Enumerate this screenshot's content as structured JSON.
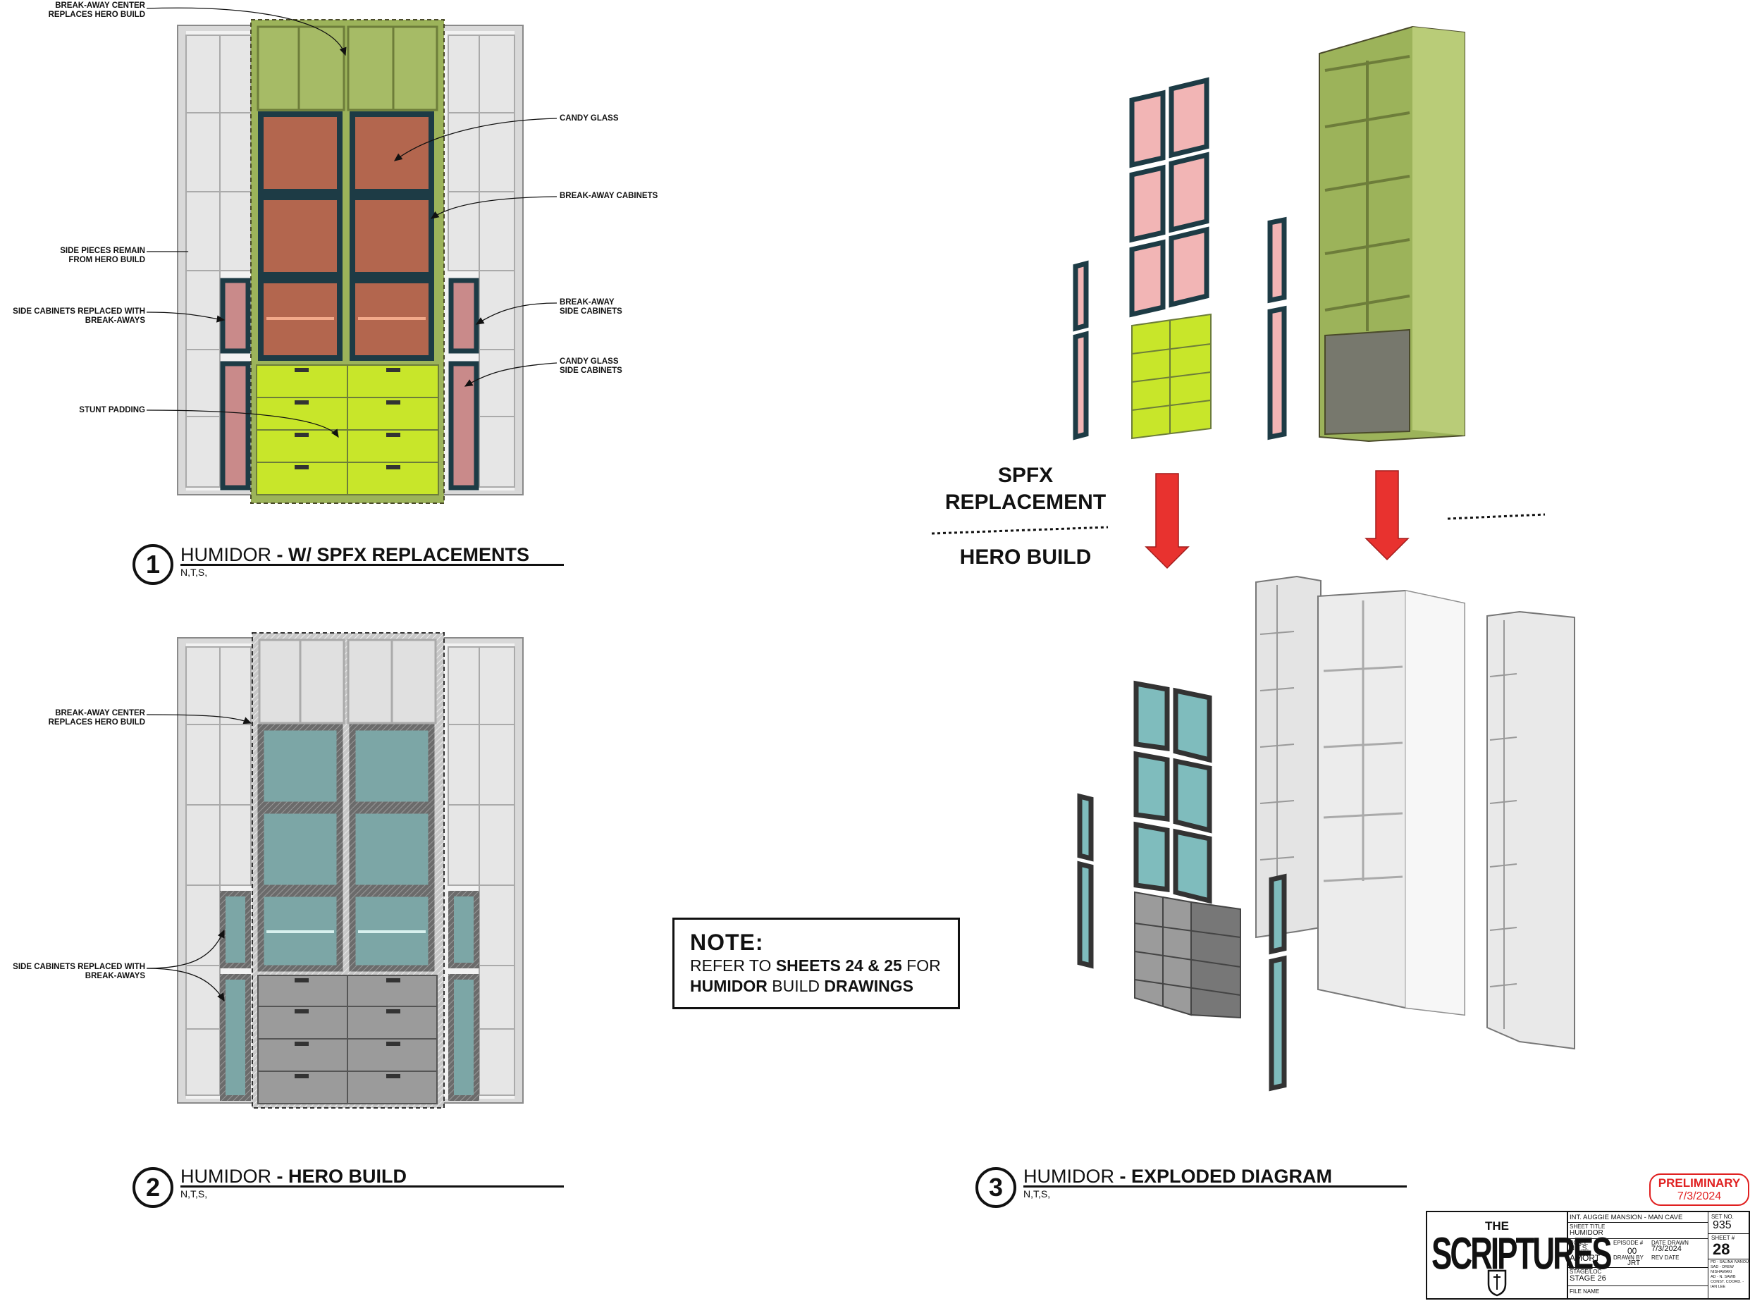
{
  "views": {
    "v1": {
      "number": "1",
      "title": "HUMIDOR",
      "subtitle": "- W/ SPFX REPLACEMENTS",
      "scale": "N,T,S,"
    },
    "v2": {
      "number": "2",
      "title": "HUMIDOR",
      "subtitle": "- HERO BUILD",
      "scale": "N,T,S,"
    },
    "v3": {
      "number": "3",
      "title": "HUMIDOR",
      "subtitle": "- EXPLODED DIAGRAM",
      "scale": "N,T,S,"
    }
  },
  "callouts_v1": {
    "breakaway_center": "BREAK-AWAY CENTER\nREPLACES HERO BUILD",
    "side_pieces": "SIDE PIECES REMAIN\nFROM HERO BUILD",
    "side_cabinets": "SIDE CABINETS REPLACED WITH\nBREAK-AWAYS",
    "stunt_padding": "STUNT PADDING",
    "candy_glass": "CANDY GLASS",
    "breakaway_cabinets": "BREAK-AWAY CABINETS",
    "breakaway_side": "BREAK-AWAY\nSIDE CABINETS",
    "candy_glass_side": "CANDY GLASS\nSIDE CABINETS"
  },
  "callouts_v2": {
    "breakaway_center": "BREAK-AWAY CENTER\nREPLACES HERO BUILD",
    "side_cabinets": "SIDE CABINETS REPLACED WITH\nBREAK-AWAYS"
  },
  "spfx": {
    "top": "SPFX\nREPLACEMENT",
    "bottom": "HERO BUILD"
  },
  "note": {
    "heading": "NOTE:",
    "line1_a": "REFER TO ",
    "line1_b": "SHEETS 24 & 25",
    "line1_c": " FOR",
    "line2_a": "HUMIDOR",
    "line2_b": " BUILD ",
    "line2_c": "DRAWINGS"
  },
  "stamp": {
    "label": "PRELIMINARY",
    "date": "7/3/2024"
  },
  "title_block": {
    "logo_the": "THE",
    "logo_name": "SCRIPTURES",
    "project": "INT. AUGGIE MANSION - MAN CAVE",
    "sheet_title_label": "SHEET TITLE",
    "sheet_title": "HUMIDOR",
    "scale_label": "SCALE",
    "scale": "N.T.S.",
    "episode_label": "EPISODE #",
    "episode": "00",
    "date_drawn_label": "DATE DRAWN",
    "date_drawn": "7/3/2024",
    "set_label": "AMORT",
    "drawn_by_label": "DRAWN BY",
    "drawn_by": "JRT",
    "rev_date_label": "REV DATE",
    "stage_label": "STAGE/LOC",
    "stage": "STAGE 26",
    "file_label": "FILE NAME",
    "set_no_label": "SET NO.",
    "set_no": "935",
    "sheet_no_label": "SHEET #",
    "sheet_no": "28",
    "credits": "PD - SALINA IVANOU\nSAD - DREW NISHAWAKI\nAD - N. SAWB\nCONST. COORD. - IAN LEE"
  },
  "colors": {
    "olive": "#9cb35a",
    "lime": "#c8e62a",
    "copper": "#b3664e",
    "teal_frame": "#1d3b45",
    "pink": "#f2b5b5",
    "glass_blue": "#7fbcbd",
    "shelf_grey": "#d8d8d8",
    "arrow_red": "#e8322f"
  }
}
